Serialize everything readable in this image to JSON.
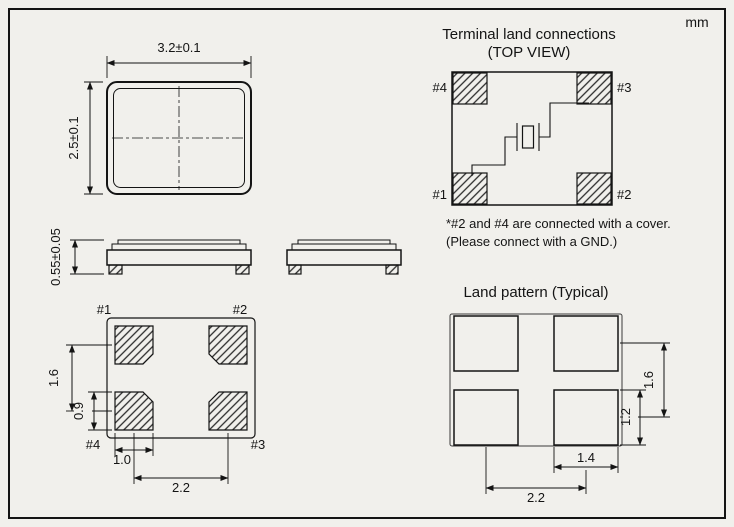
{
  "page": {
    "units_label": "mm"
  },
  "top_view": {
    "width_dim": "3.2±0.1",
    "height_dim": "2.5±0.1"
  },
  "side_view": {
    "thickness_dim": "0.55±0.05"
  },
  "bottom_view": {
    "pad_labels": {
      "p1": "#1",
      "p2": "#2",
      "p3": "#3",
      "p4": "#4"
    },
    "dim_pitch_v": "1.6",
    "dim_pad_height": "0.9",
    "dim_pad_width": "1.0",
    "dim_pitch_h": "2.2"
  },
  "terminal_connections": {
    "title": "Terminal land connections",
    "subtitle": "(TOP VIEW)",
    "pad_labels": {
      "p1": "#1",
      "p2": "#2",
      "p3": "#3",
      "p4": "#4"
    },
    "note_line1": "*#2 and #4 are connected with a cover.",
    "note_line2": "(Please connect with a GND.)"
  },
  "land_pattern": {
    "title": "Land pattern (Typical)",
    "dim_pad_width": "1.4",
    "dim_pad_height": "1.2",
    "dim_pitch_v": "1.6",
    "dim_pitch_h": "2.2"
  }
}
